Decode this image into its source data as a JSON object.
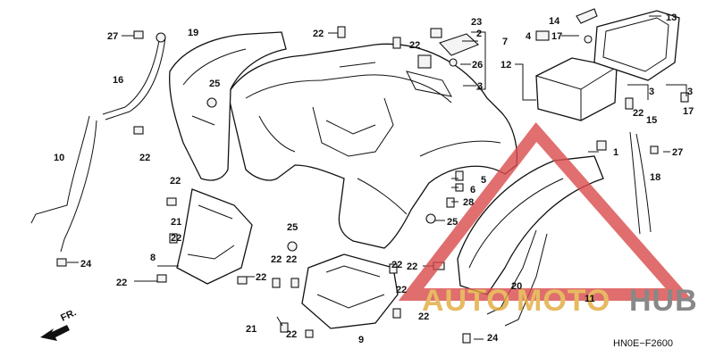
{
  "diagram": {
    "code": "HN0E−F2600",
    "direction_label": "FR.",
    "colors": {
      "ink": "#111111",
      "watermark_red": "#d94b4b",
      "watermark_orange": "#e2a93a",
      "watermark_gray": "#6b6b6b"
    }
  },
  "watermark": {
    "part1": "AUTO",
    "part2": "MOTO",
    "part3": "HUB"
  },
  "callouts": [
    {
      "id": "c27a",
      "label": "27"
    },
    {
      "id": "c19",
      "label": "19"
    },
    {
      "id": "c22a",
      "label": "22"
    },
    {
      "id": "c23",
      "label": "23"
    },
    {
      "id": "c2",
      "label": "2"
    },
    {
      "id": "c22b",
      "label": "22"
    },
    {
      "id": "c7",
      "label": "7"
    },
    {
      "id": "c26",
      "label": "26"
    },
    {
      "id": "c3a",
      "label": "3"
    },
    {
      "id": "c14",
      "label": "14"
    },
    {
      "id": "c13",
      "label": "13"
    },
    {
      "id": "c4",
      "label": "4"
    },
    {
      "id": "c17a",
      "label": "17"
    },
    {
      "id": "c12",
      "label": "12"
    },
    {
      "id": "c3b",
      "label": "3"
    },
    {
      "id": "c3c",
      "label": "3"
    },
    {
      "id": "c22c",
      "label": "22"
    },
    {
      "id": "c15",
      "label": "15"
    },
    {
      "id": "c17b",
      "label": "17"
    },
    {
      "id": "c16",
      "label": "16"
    },
    {
      "id": "c25a",
      "label": "25"
    },
    {
      "id": "c22d",
      "label": "22"
    },
    {
      "id": "c10",
      "label": "10"
    },
    {
      "id": "c1",
      "label": "1"
    },
    {
      "id": "c27b",
      "label": "27"
    },
    {
      "id": "c5",
      "label": "5"
    },
    {
      "id": "c6",
      "label": "6"
    },
    {
      "id": "c28",
      "label": "28"
    },
    {
      "id": "c18",
      "label": "18"
    },
    {
      "id": "c22e",
      "label": "22"
    },
    {
      "id": "c25b",
      "label": "25"
    },
    {
      "id": "c21a",
      "label": "21"
    },
    {
      "id": "c22f",
      "label": "22"
    },
    {
      "id": "c25c",
      "label": "25"
    },
    {
      "id": "c8",
      "label": "8"
    },
    {
      "id": "c22g",
      "label": "22"
    },
    {
      "id": "c22h",
      "label": "22"
    },
    {
      "id": "c22i",
      "label": "22"
    },
    {
      "id": "c22j",
      "label": "22"
    },
    {
      "id": "c22k",
      "label": "22"
    },
    {
      "id": "c24a",
      "label": "24"
    },
    {
      "id": "c22l",
      "label": "22"
    },
    {
      "id": "c22m",
      "label": "22"
    },
    {
      "id": "c20",
      "label": "20"
    },
    {
      "id": "c11",
      "label": "11"
    },
    {
      "id": "c22n",
      "label": "22"
    },
    {
      "id": "c21b",
      "label": "21"
    },
    {
      "id": "c22o",
      "label": "22"
    },
    {
      "id": "c9",
      "label": "9"
    },
    {
      "id": "c24b",
      "label": "24"
    }
  ]
}
